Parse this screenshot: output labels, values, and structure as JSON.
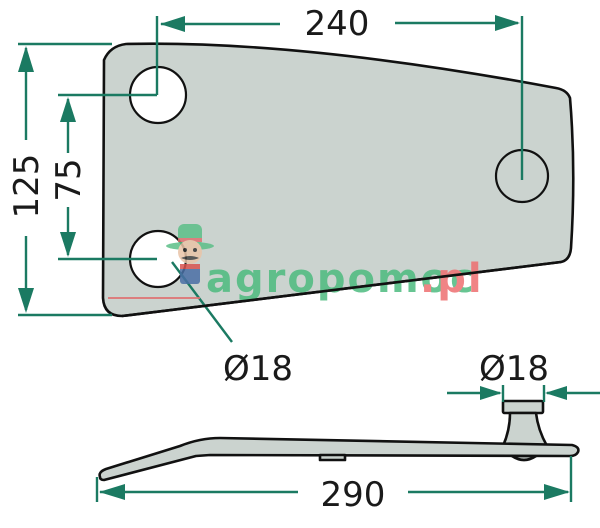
{
  "figure": {
    "type": "technical-drawing",
    "subject": "blade / flail knife with bolt",
    "views": [
      "top view",
      "side view"
    ]
  },
  "dimensions": {
    "hole_spacing_horizontal": "240",
    "overall_height": "125",
    "hole_spacing_vertical": "75",
    "hole_diameter_top_view": "Ø18",
    "bolt_diameter_side_view": "Ø18",
    "overall_length": "290"
  },
  "watermark": {
    "text_main": "agropomoc",
    "text_tld": ".pl",
    "color_main": "#4dbb7f",
    "color_tld": "#ee6f70",
    "icon": "farmer-mascot-icon"
  },
  "colors": {
    "dimension_lines": "#1b7a62",
    "part_fill": "#cbd3cf",
    "outline": "#111111",
    "background": "#ffffff"
  }
}
